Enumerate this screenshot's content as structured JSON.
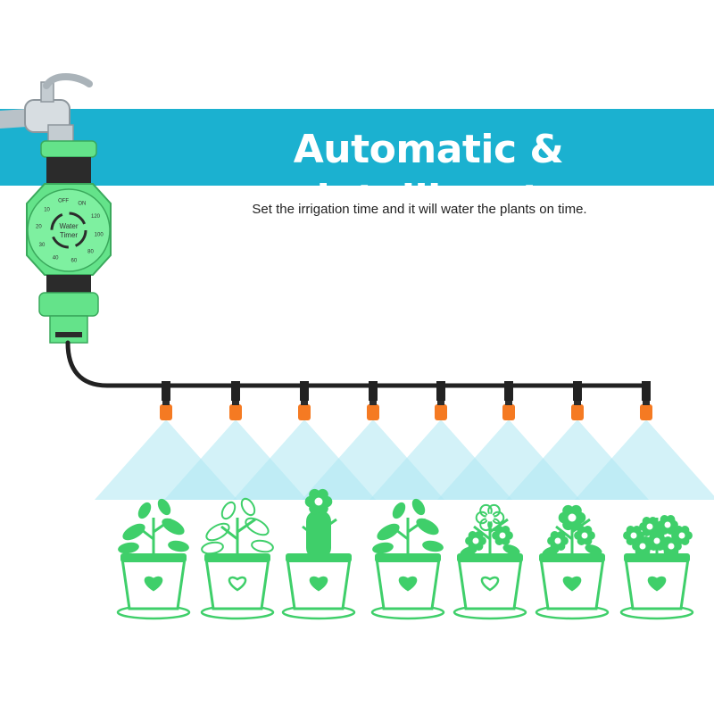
{
  "banner": {
    "headline": "Automatic & intelligent",
    "subtitle": "Set the irrigation time and it will water the plants on time.",
    "color": "#1bb1d0"
  },
  "timer": {
    "label_line1": "Water",
    "label_line2": "Timer",
    "dial_numbers": [
      "OFF",
      "ON",
      "120",
      "100",
      "80",
      "60",
      "40",
      "30",
      "20",
      "10"
    ],
    "body_color": "#64e38a",
    "dark_color": "#2b2b2b"
  },
  "colors": {
    "pipe": "#222222",
    "nozzle": "#f57a22",
    "spray": "#aee8f2",
    "plant": "#3fcf6a"
  },
  "plants": [
    {
      "icon": "leafy-plant-icon",
      "heart": "solid"
    },
    {
      "icon": "sketch-plant-icon",
      "heart": "outline"
    },
    {
      "icon": "cactus-icon",
      "heart": "solid"
    },
    {
      "icon": "leafy-shrub-icon",
      "heart": "solid"
    },
    {
      "icon": "flower-plant-icon",
      "heart": "outline"
    },
    {
      "icon": "daisy-plant-icon",
      "heart": "solid"
    },
    {
      "icon": "bushy-flower-icon",
      "heart": "solid"
    }
  ]
}
